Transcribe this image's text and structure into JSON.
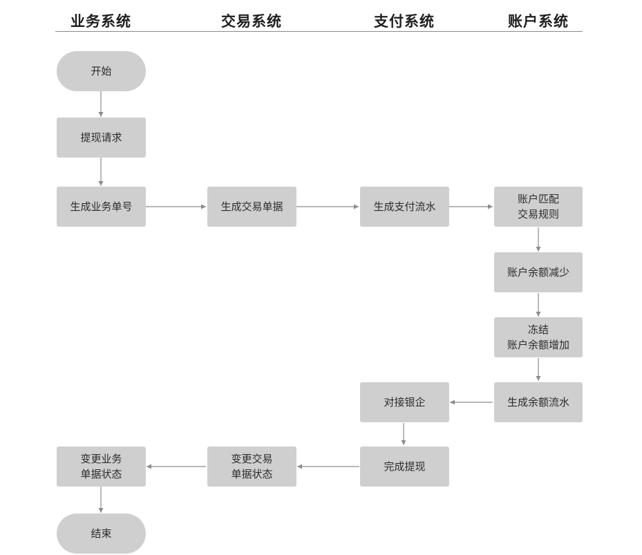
{
  "lanes": {
    "business": "业务系统",
    "trade": "交易系统",
    "payment": "支付系统",
    "account": "账户系统"
  },
  "nodes": {
    "start": "开始",
    "withdraw_request": "提现请求",
    "gen_business_no": "生成业务单号",
    "gen_trade_doc": "生成交易单据",
    "gen_payment_flow": "生成支付流水",
    "account_match_rules": "账户匹配\n交易规则",
    "balance_decrease": "账户余额减少",
    "freeze_balance_increase": "冻结\n账户余额增加",
    "gen_balance_flow": "生成余额流水",
    "connect_bank": "对接银企",
    "complete_withdraw": "完成提现",
    "change_trade_status": "变更交易\n单据状态",
    "change_business_status": "变更业务\n单据状态",
    "end": "结束"
  },
  "colors": {
    "node_fill": "#cfcfcf",
    "connector": "#8c8c8c",
    "text": "#2b2b2b"
  }
}
